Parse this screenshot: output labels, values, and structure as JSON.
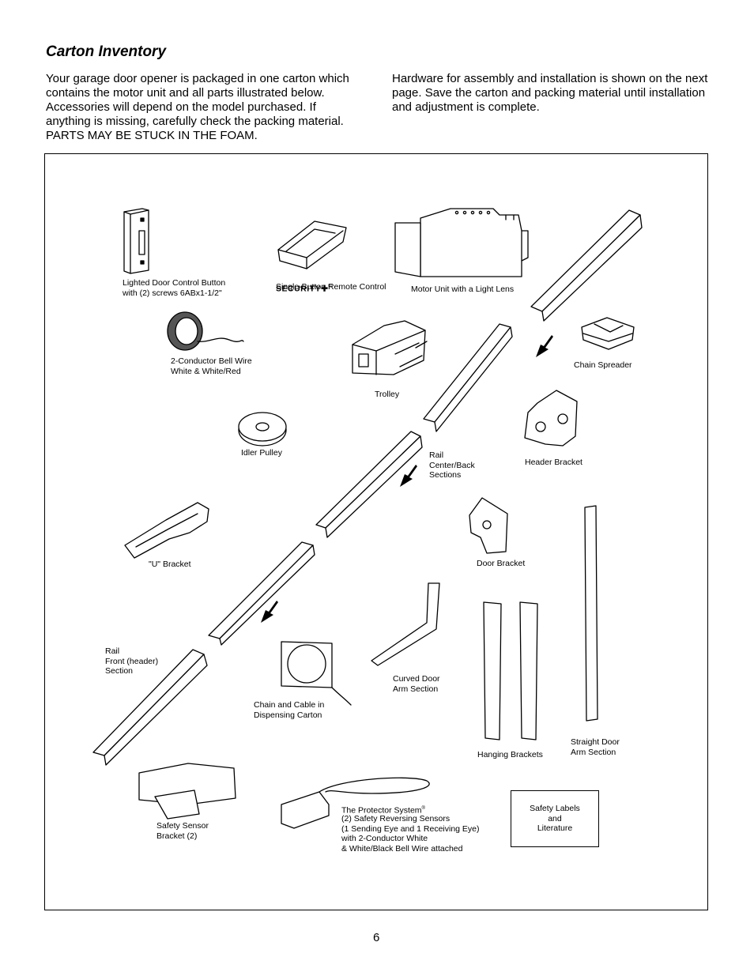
{
  "heading": "Carton Inventory",
  "intro_left": "Your garage door opener is packaged in one carton which contains the motor unit and all parts illustrated below. Accessories will depend on the model purchased. If anything is missing, carefully check the packing material. PARTS MAY BE STUCK IN THE FOAM.",
  "intro_right": "Hardware for assembly and installation is shown on the next page. Save the carton and packing material until installation and adjustment is complete.",
  "parts": {
    "door_control": "Lighted Door Control Button\nwith (2) screws 6ABx1-1/2\"",
    "remote_brand": "SECURITY✚",
    "remote_brand_mark": "®",
    "remote": "Single-Button Remote Control",
    "motor_unit": "Motor Unit with a Light Lens",
    "bell_wire": "2-Conductor Bell Wire\nWhite & White/Red",
    "trolley": "Trolley",
    "chain_spreader": "Chain Spreader",
    "idler_pulley": "Idler Pulley",
    "rail_center": "Rail\nCenter/Back\nSections",
    "header_bracket": "Header Bracket",
    "u_bracket": "\"U\" Bracket",
    "door_bracket": "Door Bracket",
    "rail_front": "Rail\nFront (header)\nSection",
    "curved_arm": "Curved Door\nArm Section",
    "chain_carton": "Chain and Cable in\nDispensing Carton",
    "hanging_brackets": "Hanging Brackets",
    "straight_arm": "Straight Door\nArm Section",
    "sensor_bracket": "Safety Sensor\nBracket (2)",
    "protector_title": "The Protector System",
    "protector_mark": "®",
    "protector_details": "(2) Safety Reversing Sensors\n(1 Sending Eye and 1 Receiving Eye)\nwith 2-Conductor White\n& White/Black Bell Wire attached",
    "safety_labels": "Safety Labels\nand\nLiterature"
  },
  "page_number": "6"
}
